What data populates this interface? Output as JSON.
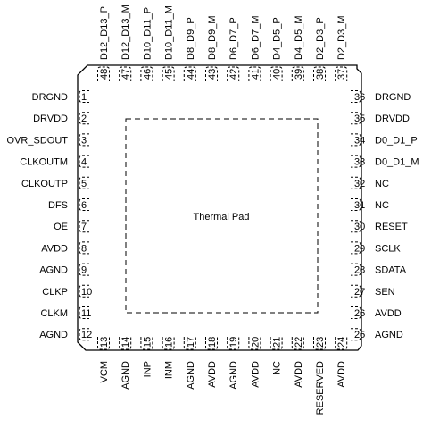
{
  "package": {
    "center_label": "Thermal Pad",
    "left_pins": [
      {
        "num": "1",
        "name": "DRGND"
      },
      {
        "num": "2",
        "name": "DRVDD"
      },
      {
        "num": "3",
        "name": "OVR_SDOUT"
      },
      {
        "num": "4",
        "name": "CLKOUTM"
      },
      {
        "num": "5",
        "name": "CLKOUTP"
      },
      {
        "num": "6",
        "name": "DFS"
      },
      {
        "num": "7",
        "name": "OE"
      },
      {
        "num": "8",
        "name": "AVDD"
      },
      {
        "num": "9",
        "name": "AGND"
      },
      {
        "num": "10",
        "name": "CLKP"
      },
      {
        "num": "11",
        "name": "CLKM"
      },
      {
        "num": "12",
        "name": "AGND"
      }
    ],
    "bottom_pins": [
      {
        "num": "13",
        "name": "VCM"
      },
      {
        "num": "14",
        "name": "AGND"
      },
      {
        "num": "15",
        "name": "INP"
      },
      {
        "num": "16",
        "name": "INM"
      },
      {
        "num": "17",
        "name": "AGND"
      },
      {
        "num": "18",
        "name": "AVDD"
      },
      {
        "num": "19",
        "name": "AGND"
      },
      {
        "num": "20",
        "name": "AVDD"
      },
      {
        "num": "21",
        "name": "NC"
      },
      {
        "num": "22",
        "name": "AVDD"
      },
      {
        "num": "23",
        "name": "RESERVED"
      },
      {
        "num": "24",
        "name": "AVDD"
      }
    ],
    "right_pins": [
      {
        "num": "36",
        "name": "DRGND"
      },
      {
        "num": "35",
        "name": "DRVDD"
      },
      {
        "num": "34",
        "name": "D0_D1_P"
      },
      {
        "num": "33",
        "name": "D0_D1_M"
      },
      {
        "num": "32",
        "name": "NC"
      },
      {
        "num": "31",
        "name": "NC"
      },
      {
        "num": "30",
        "name": "RESET"
      },
      {
        "num": "29",
        "name": "SCLK"
      },
      {
        "num": "28",
        "name": "SDATA"
      },
      {
        "num": "27",
        "name": "SEN"
      },
      {
        "num": "26",
        "name": "AVDD"
      },
      {
        "num": "25",
        "name": "AGND"
      }
    ],
    "top_pins": [
      {
        "num": "48",
        "name": "D12_D13_P"
      },
      {
        "num": "47",
        "name": "D12_D13_M"
      },
      {
        "num": "46",
        "name": "D10_D11_P"
      },
      {
        "num": "45",
        "name": "D10_D11_M"
      },
      {
        "num": "44",
        "name": "D8_D9_P"
      },
      {
        "num": "43",
        "name": "D8_D9_M"
      },
      {
        "num": "42",
        "name": "D6_D7_P"
      },
      {
        "num": "41",
        "name": "D6_D7_M"
      },
      {
        "num": "40",
        "name": "D4_D5_P"
      },
      {
        "num": "39",
        "name": "D4_D5_M"
      },
      {
        "num": "38",
        "name": "D2_D3_P"
      },
      {
        "num": "37",
        "name": "D2_D3_M"
      }
    ]
  }
}
